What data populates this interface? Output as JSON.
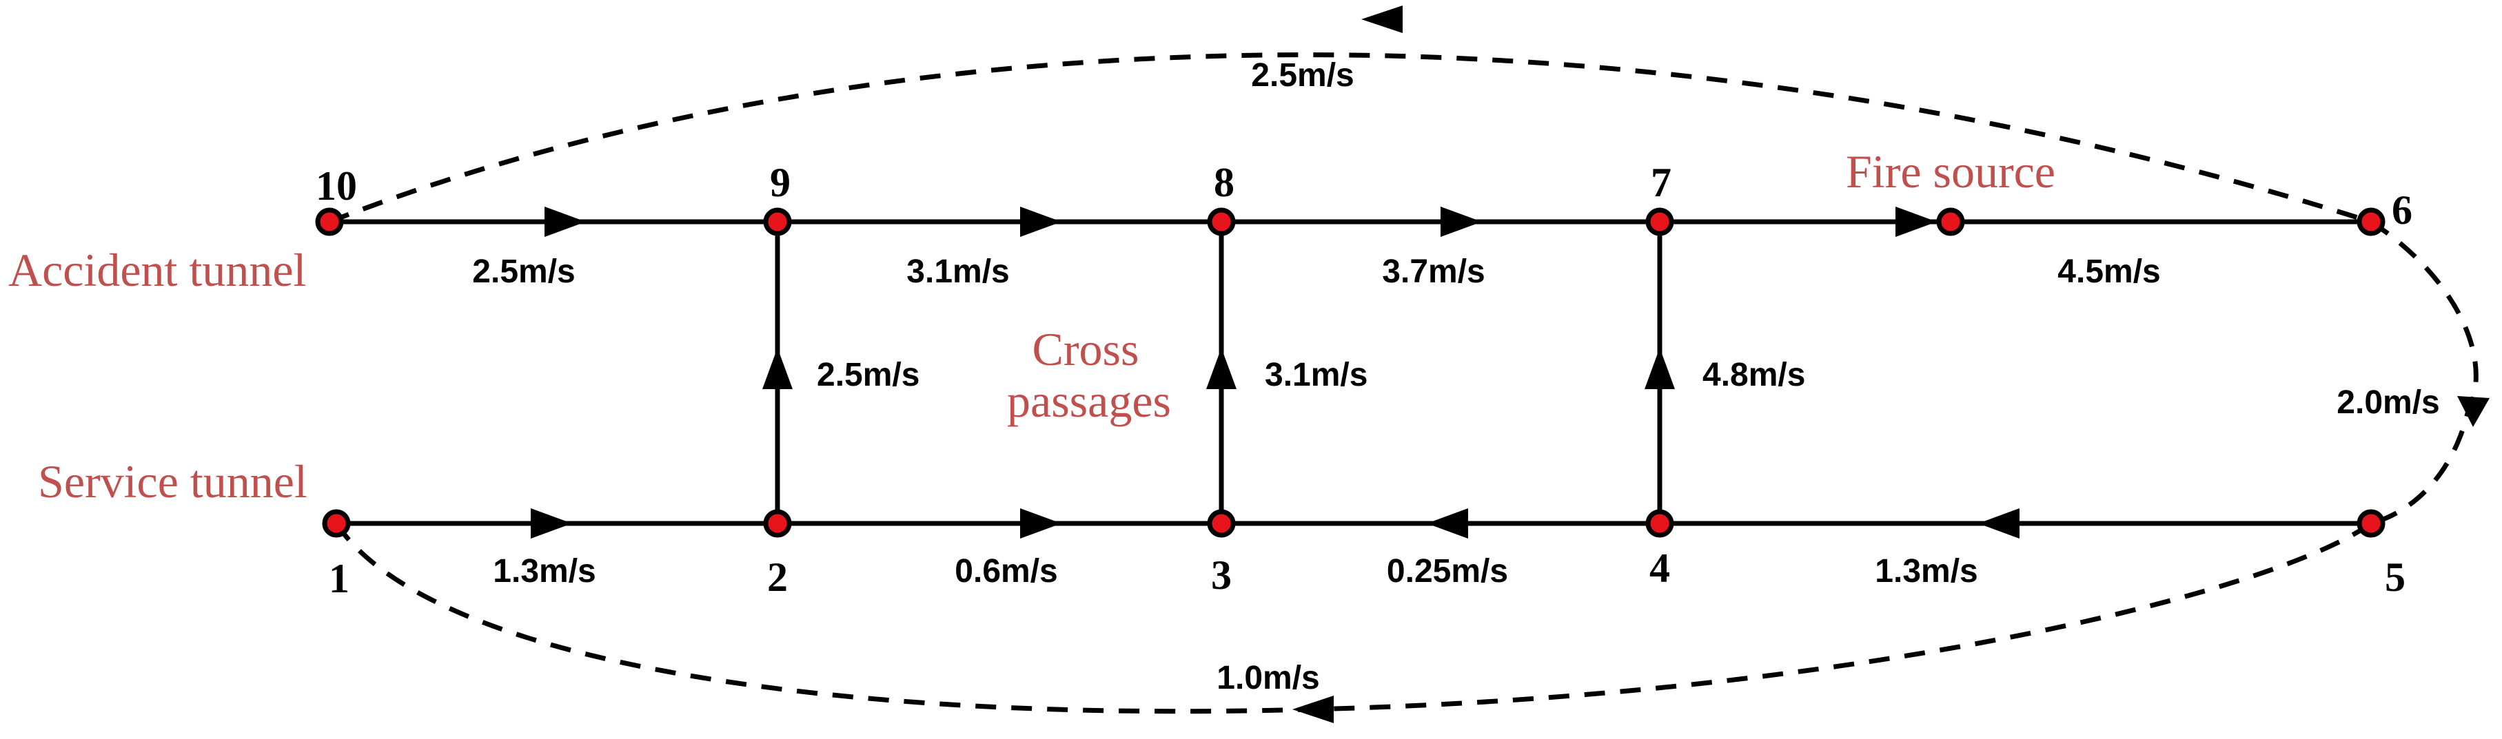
{
  "labels": {
    "accident_tunnel": "Accident tunnel",
    "service_tunnel": "Service tunnel",
    "cross_passages_line1": "Cross",
    "cross_passages_line2": "passages",
    "fire_source": "Fire source"
  },
  "nodes": {
    "n1": "1",
    "n2": "2",
    "n3": "3",
    "n4": "4",
    "n5": "5",
    "n6": "6",
    "n7": "7",
    "n8": "8",
    "n9": "9",
    "n10": "10"
  },
  "velocities": {
    "e10_9": "2.5m/s",
    "e9_8": "3.1m/s",
    "e8_7": "3.7m/s",
    "e_fire_6": "4.5m/s",
    "e1_2": "1.3m/s",
    "e2_3": "0.6m/s",
    "e4_3": "0.25m/s",
    "e5_4": "1.3m/s",
    "e2_9": "2.5m/s",
    "e3_8": "3.1m/s",
    "e4_7": "4.8m/s",
    "loop_top": "2.5m/s",
    "loop_right": "2.0m/s",
    "loop_bottom": "1.0m/s"
  },
  "colors": {
    "node_fill": "#e8141c",
    "label_color": "#c0504d",
    "line_color": "#000000"
  }
}
